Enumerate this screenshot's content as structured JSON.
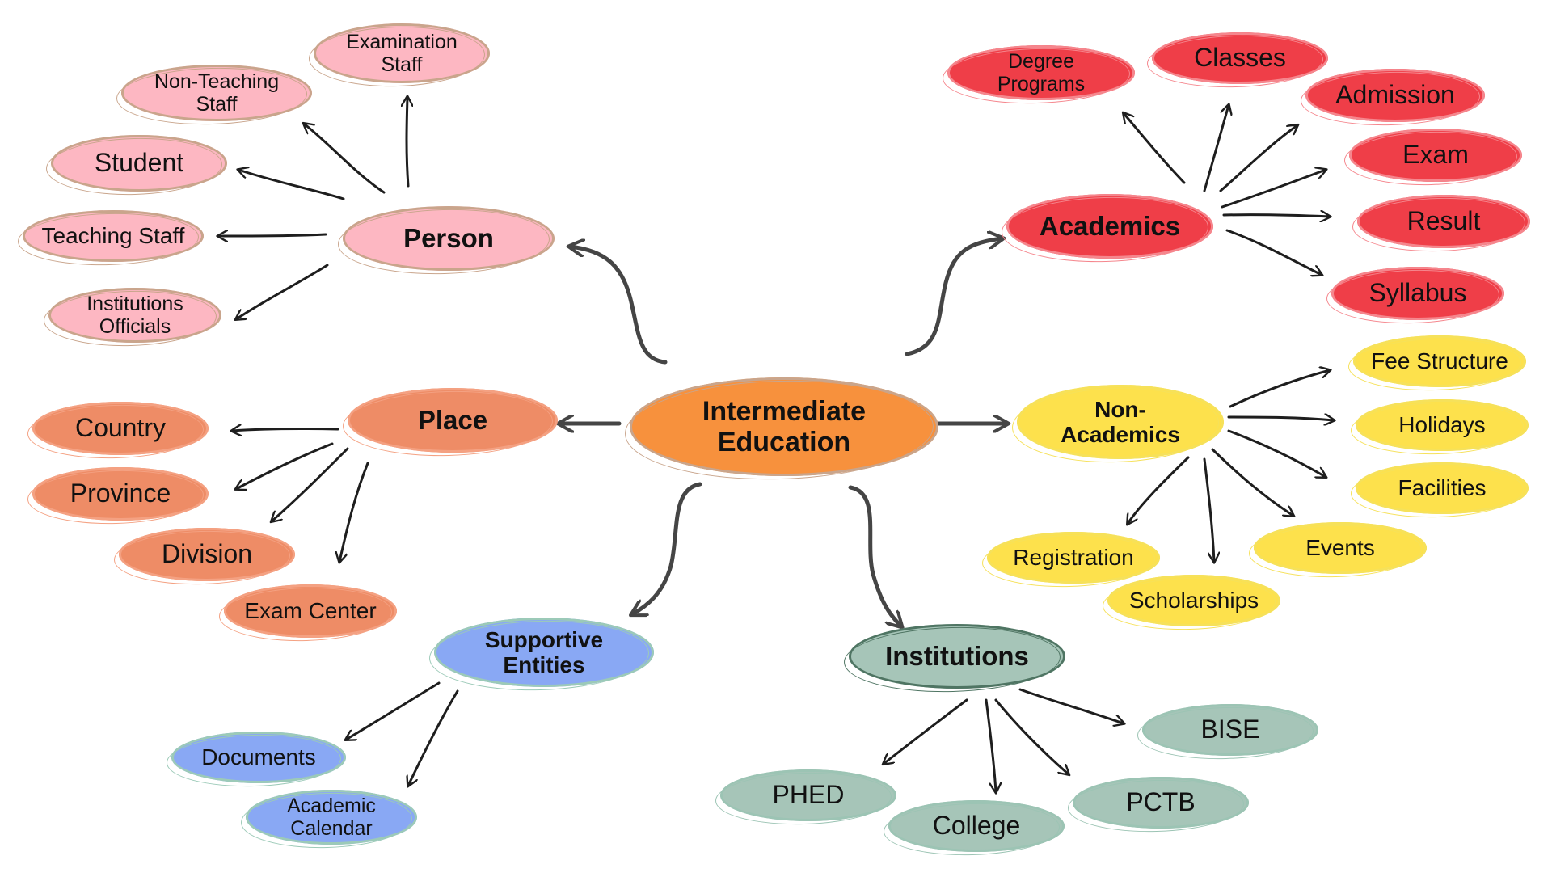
{
  "center": {
    "label": "Intermediate\nEducation"
  },
  "branches": {
    "person": "Person",
    "place": "Place",
    "academics": "Academics",
    "non_academics": "Non-\nAcademics",
    "supportive": "Supportive\nEntities",
    "institutions": "Institutions"
  },
  "person_items": {
    "examination_staff": "Examination\nStaff",
    "non_teaching_staff": "Non-Teaching\nStaff",
    "student": "Student",
    "teaching_staff": "Teaching Staff",
    "institutions_officials": "Institutions\nOfficials"
  },
  "place_items": {
    "country": "Country",
    "province": "Province",
    "division": "Division",
    "exam_center": "Exam Center"
  },
  "academics_items": {
    "degree_programs": "Degree\nPrograms",
    "classes": "Classes",
    "admission": "Admission",
    "exam": "Exam",
    "result": "Result",
    "syllabus": "Syllabus"
  },
  "non_academics_items": {
    "fee_structure": "Fee Structure",
    "holidays": "Holidays",
    "facilities": "Facilities",
    "events": "Events",
    "scholarships": "Scholarships",
    "registration": "Registration"
  },
  "supportive_items": {
    "documents": "Documents",
    "academic_calendar": "Academic\nCalendar"
  },
  "institutions_items": {
    "bise": "BISE",
    "phed": "PHED",
    "college": "College",
    "pctb": "PCTB"
  },
  "colors": {
    "center": "#f7913d",
    "person": "#fdb7c2",
    "place": "#ee8c66",
    "academics": "#ef3e48",
    "non_academics": "#fde14c",
    "supportive": "#89a8f4",
    "institutions": "#a6c5b8"
  }
}
